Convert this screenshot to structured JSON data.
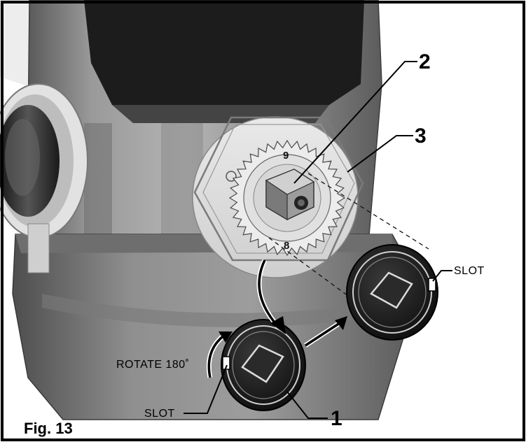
{
  "callouts": {
    "one": "1",
    "two": "2",
    "three": "3"
  },
  "labels": {
    "slot_left": "SLOT",
    "slot_right": "SLOT",
    "rotate": "ROTATE 180˚"
  },
  "markers": {
    "nine": "9",
    "eight": "8"
  },
  "figure_title": "Fig. 13"
}
